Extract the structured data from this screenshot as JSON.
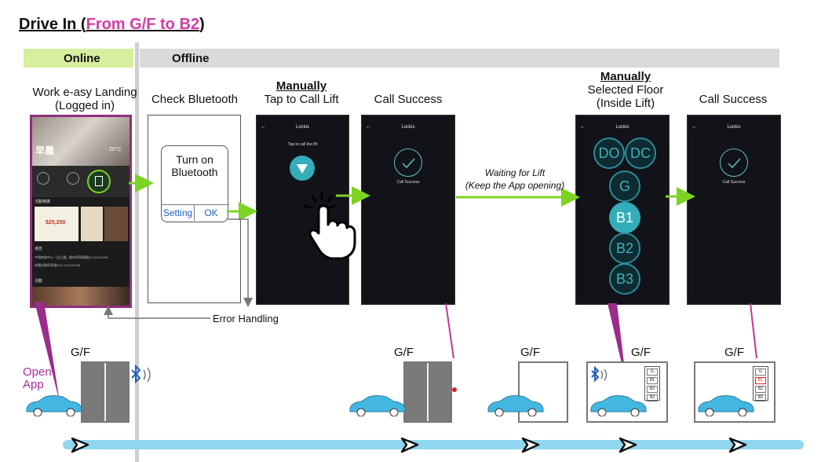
{
  "title": {
    "prefix": "Drive In (",
    "highlight": "From G/F to B2",
    "suffix": ")"
  },
  "bands": {
    "online": "Online",
    "offline": "Offline"
  },
  "steps": {
    "landing": {
      "line1": "Work e-asy Landing",
      "line2": "(Logged in)"
    },
    "bluetooth": {
      "line1": "Check Bluetooth"
    },
    "call": {
      "line1": "Manually",
      "line2": "Tap to Call Lift"
    },
    "success1": {
      "line1": "Call Success"
    },
    "floor": {
      "line1": "Manually",
      "line2": "Selected Floor",
      "line3": "(Inside Lift)"
    },
    "success2": {
      "line1": "Call Success"
    }
  },
  "dialog": {
    "line1": "Turn on",
    "line2": "Bluetooth",
    "setting": "Setting",
    "ok": "OK"
  },
  "app": {
    "screen_title": "Lockis",
    "tap_hint": "Tap to call the lift",
    "success_text": "Call Success",
    "floor_buttons": [
      "DO",
      "DC",
      "G",
      "B1",
      "B2",
      "B3"
    ],
    "selected_floor": "B1"
  },
  "landing_app": {
    "greeting": "早晨",
    "weather": "20°C",
    "section1": "活動推廣",
    "section2": "通告",
    "section3": "活動",
    "promo_price": "$25,200",
    "notice1": "中環商務中心「佳之選」裝修停車場通告",
    "notice2": "有關封閉停車場2021",
    "date1": "2021/02/08",
    "date2": "2021/02/08"
  },
  "error_handling": "Error Handling",
  "waiting": {
    "line1": "Waiting for Lift",
    "line2": "(Keep the App opening)"
  },
  "open_app": {
    "line1": "Open",
    "line2": "App"
  },
  "floor_labels": [
    "G/F",
    "G/F",
    "G/F",
    "G/F",
    "G/F"
  ],
  "panel_floors": [
    "G",
    "B1",
    "B2",
    "B3"
  ],
  "colors": {
    "accent_pink": "#d63aa6",
    "online": "#d7ee9e",
    "offline": "#dadada",
    "arrow_green": "#7dd322",
    "timeline": "#8fd6f0",
    "app_teal": "#33aeb9"
  }
}
